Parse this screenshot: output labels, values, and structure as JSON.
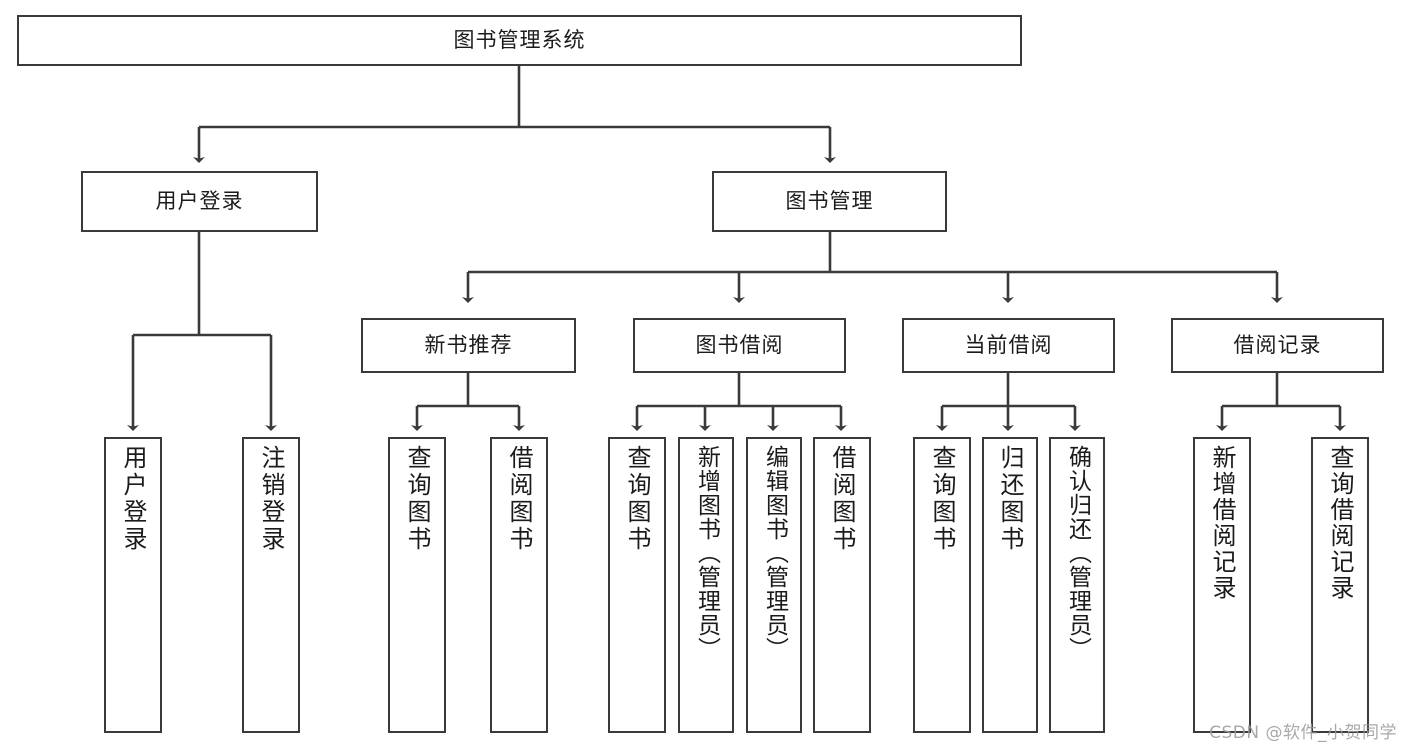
{
  "diagram": {
    "title": "图书管理系统",
    "watermark": "CSDN @软件_小贺同学",
    "line_color": "#3a3a3a",
    "box_fill": "#ffffff",
    "text_color": "#1b1b1b",
    "root": {
      "label": "图书管理系统"
    },
    "level1": [
      {
        "label": "用户登录"
      },
      {
        "label": "图书管理"
      }
    ],
    "level2": [
      {
        "label": "新书推荐"
      },
      {
        "label": "图书借阅"
      },
      {
        "label": "当前借阅"
      },
      {
        "label": "借阅记录"
      }
    ],
    "leaves": {
      "user_login": [
        {
          "label": "用户登录"
        },
        {
          "label": "注销登录"
        }
      ],
      "new_book_recommend": [
        {
          "label": "查询图书"
        },
        {
          "label": "借阅图书"
        }
      ],
      "book_borrow": [
        {
          "label": "查询图书"
        },
        {
          "label": "新增图书（管理员）"
        },
        {
          "label": "编辑图书（管理员）"
        },
        {
          "label": "借阅图书"
        }
      ],
      "current_borrow": [
        {
          "label": "查询图书"
        },
        {
          "label": "归还图书"
        },
        {
          "label": "确认归还（管理员）"
        }
      ],
      "borrow_record": [
        {
          "label": "新增借阅记录"
        },
        {
          "label": "查询借阅记录"
        }
      ]
    }
  }
}
